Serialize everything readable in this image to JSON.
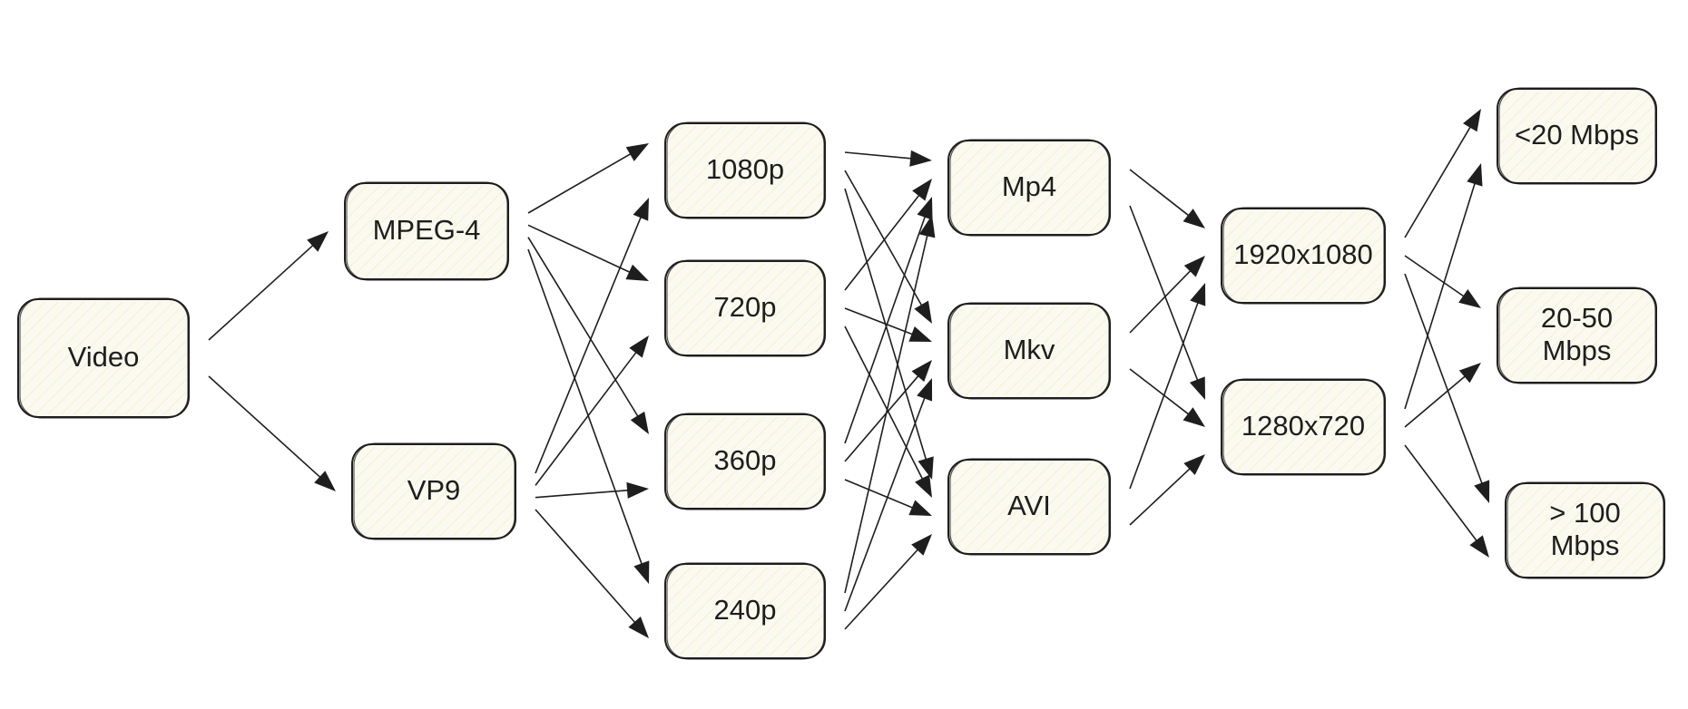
{
  "diagram": {
    "colors": {
      "node_fill": "#fbfaf0",
      "stroke": "#1e1e1e",
      "background": "#ffffff"
    },
    "nodes": [
      {
        "id": "video",
        "lines": [
          "Video"
        ]
      },
      {
        "id": "mpeg4",
        "lines": [
          "MPEG-4"
        ]
      },
      {
        "id": "vp9",
        "lines": [
          "VP9"
        ]
      },
      {
        "id": "p1080",
        "lines": [
          "1080p"
        ]
      },
      {
        "id": "p720",
        "lines": [
          "720p"
        ]
      },
      {
        "id": "p360",
        "lines": [
          "360p"
        ]
      },
      {
        "id": "p240",
        "lines": [
          "240p"
        ]
      },
      {
        "id": "mp4",
        "lines": [
          "Mp4"
        ]
      },
      {
        "id": "mkv",
        "lines": [
          "Mkv"
        ]
      },
      {
        "id": "avi",
        "lines": [
          "AVI"
        ]
      },
      {
        "id": "r1920",
        "lines": [
          "1920x1080"
        ]
      },
      {
        "id": "r1280",
        "lines": [
          "1280x720"
        ]
      },
      {
        "id": "b20",
        "lines": [
          "<20 Mbps"
        ]
      },
      {
        "id": "b2050",
        "lines": [
          "20-50",
          "Mbps"
        ]
      },
      {
        "id": "b100",
        "lines": [
          "> 100",
          "Mbps"
        ]
      }
    ],
    "edges": [
      [
        "video",
        "mpeg4"
      ],
      [
        "video",
        "vp9"
      ],
      [
        "mpeg4",
        "p1080"
      ],
      [
        "mpeg4",
        "p720"
      ],
      [
        "mpeg4",
        "p360"
      ],
      [
        "mpeg4",
        "p240"
      ],
      [
        "vp9",
        "p1080"
      ],
      [
        "vp9",
        "p720"
      ],
      [
        "vp9",
        "p360"
      ],
      [
        "vp9",
        "p240"
      ],
      [
        "p1080",
        "mp4"
      ],
      [
        "p1080",
        "mkv"
      ],
      [
        "p1080",
        "avi"
      ],
      [
        "p720",
        "mp4"
      ],
      [
        "p720",
        "mkv"
      ],
      [
        "p720",
        "avi"
      ],
      [
        "p360",
        "mp4"
      ],
      [
        "p360",
        "mkv"
      ],
      [
        "p360",
        "avi"
      ],
      [
        "p240",
        "mp4"
      ],
      [
        "p240",
        "mkv"
      ],
      [
        "p240",
        "avi"
      ],
      [
        "mp4",
        "r1920"
      ],
      [
        "mp4",
        "r1280"
      ],
      [
        "mkv",
        "r1920"
      ],
      [
        "mkv",
        "r1280"
      ],
      [
        "avi",
        "r1920"
      ],
      [
        "avi",
        "r1280"
      ],
      [
        "r1920",
        "b20"
      ],
      [
        "r1920",
        "b2050"
      ],
      [
        "r1920",
        "b100"
      ],
      [
        "r1280",
        "b20"
      ],
      [
        "r1280",
        "b2050"
      ],
      [
        "r1280",
        "b100"
      ]
    ]
  }
}
